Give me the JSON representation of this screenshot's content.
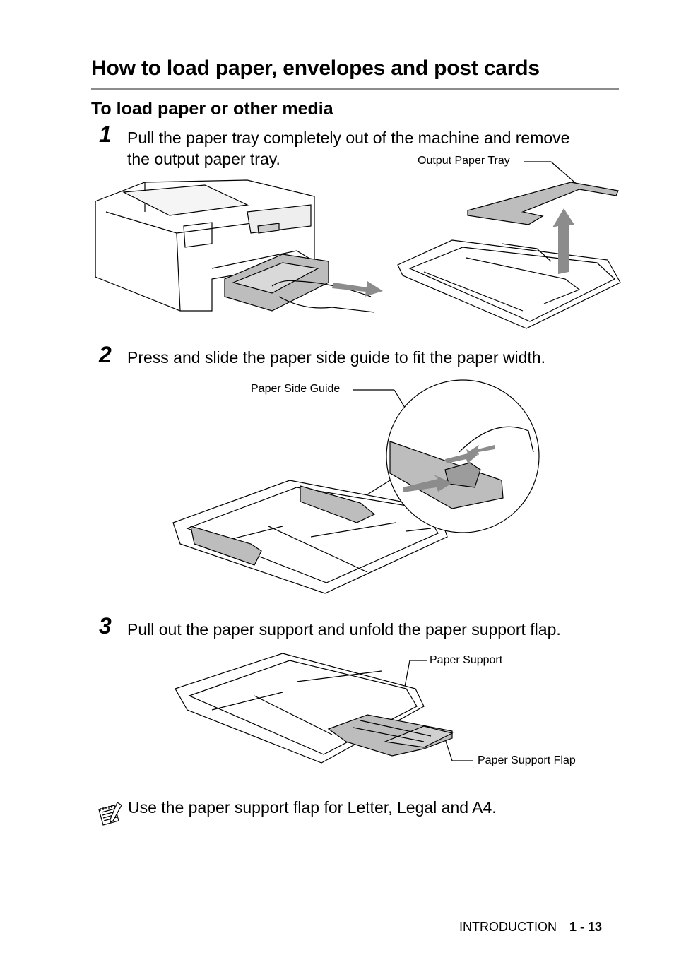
{
  "page": {
    "title": "How to load paper, envelopes and post cards",
    "subtitle": "To load paper or other media"
  },
  "steps": [
    {
      "number": "1",
      "line1": "Pull the paper tray completely out of the machine and remove",
      "line2": "the output paper tray."
    },
    {
      "number": "2",
      "line1": "Press and slide the paper side guide to fit the paper width."
    },
    {
      "number": "3",
      "line1": "Pull out the paper support and unfold the paper support flap."
    }
  ],
  "callouts": {
    "output_paper_tray": "Output Paper Tray",
    "paper_side_guide": "Paper Side Guide",
    "paper_support": "Paper Support",
    "paper_support_flap": "Paper Support Flap"
  },
  "note": {
    "icon": "note-pad-icon",
    "text": "Use the paper support flap for Letter, Legal and A4."
  },
  "footer": {
    "section": "INTRODUCTION",
    "page_number": "1 - 13"
  }
}
